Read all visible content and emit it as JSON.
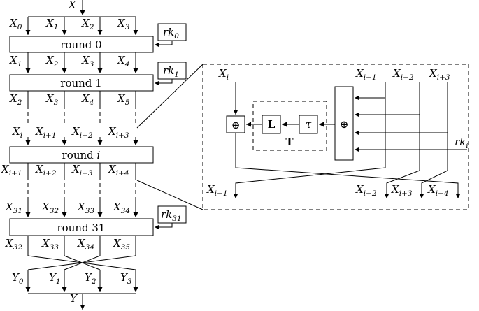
{
  "input": {
    "base": "X",
    "sub": ""
  },
  "output": {
    "base": "Y",
    "sub": ""
  },
  "rounds": [
    {
      "label": "round 0",
      "key": {
        "base": "rk",
        "sub": "0"
      },
      "inputs": [
        {
          "base": "X",
          "sub": "0"
        },
        {
          "base": "X",
          "sub": "1"
        },
        {
          "base": "X",
          "sub": "2"
        },
        {
          "base": "X",
          "sub": "3"
        }
      ],
      "outputs": [
        {
          "base": "X",
          "sub": "1"
        },
        {
          "base": "X",
          "sub": "2"
        },
        {
          "base": "X",
          "sub": "3"
        },
        {
          "base": "X",
          "sub": "4"
        }
      ]
    },
    {
      "label": "round 1",
      "key": {
        "base": "rk",
        "sub": "1"
      },
      "outputs": [
        {
          "base": "X",
          "sub": "2"
        },
        {
          "base": "X",
          "sub": "3"
        },
        {
          "base": "X",
          "sub": "4"
        },
        {
          "base": "X",
          "sub": "5"
        }
      ]
    },
    {
      "label_text": "round ",
      "label_var": "i",
      "inputs": [
        {
          "base": "X",
          "sub": "i"
        },
        {
          "base": "X",
          "sub": "i+1"
        },
        {
          "base": "X",
          "sub": "i+2"
        },
        {
          "base": "X",
          "sub": "i+3"
        }
      ],
      "outputs": [
        {
          "base": "X",
          "sub": "i+1"
        },
        {
          "base": "X",
          "sub": "i+2"
        },
        {
          "base": "X",
          "sub": "i+3"
        },
        {
          "base": "X",
          "sub": "i+4"
        }
      ]
    },
    {
      "label": "round 31",
      "key": {
        "base": "rk",
        "sub": "31"
      },
      "inputs": [
        {
          "base": "X",
          "sub": "31"
        },
        {
          "base": "X",
          "sub": "32"
        },
        {
          "base": "X",
          "sub": "33"
        },
        {
          "base": "X",
          "sub": "34"
        }
      ],
      "outputs": [
        {
          "base": "X",
          "sub": "32"
        },
        {
          "base": "X",
          "sub": "33"
        },
        {
          "base": "X",
          "sub": "34"
        },
        {
          "base": "X",
          "sub": "35"
        }
      ]
    }
  ],
  "final_outputs": [
    {
      "base": "Y",
      "sub": "0"
    },
    {
      "base": "Y",
      "sub": "1"
    },
    {
      "base": "Y",
      "sub": "2"
    },
    {
      "base": "Y",
      "sub": "3"
    }
  ],
  "detail": {
    "inputs": [
      {
        "base": "X",
        "sub": "i"
      },
      {
        "base": "X",
        "sub": "i+1"
      },
      {
        "base": "X",
        "sub": "i+2"
      },
      {
        "base": "X",
        "sub": "i+3"
      }
    ],
    "key": {
      "base": "rk",
      "sub": "i"
    },
    "xor_symbol": "⊕",
    "l_label": "L",
    "tau_label": "τ",
    "t_label": "T",
    "outputs": [
      {
        "base": "X",
        "sub": "i+1"
      },
      {
        "base": "X",
        "sub": "i+2"
      },
      {
        "base": "X",
        "sub": "i+3"
      },
      {
        "base": "X",
        "sub": "i+4"
      }
    ]
  }
}
